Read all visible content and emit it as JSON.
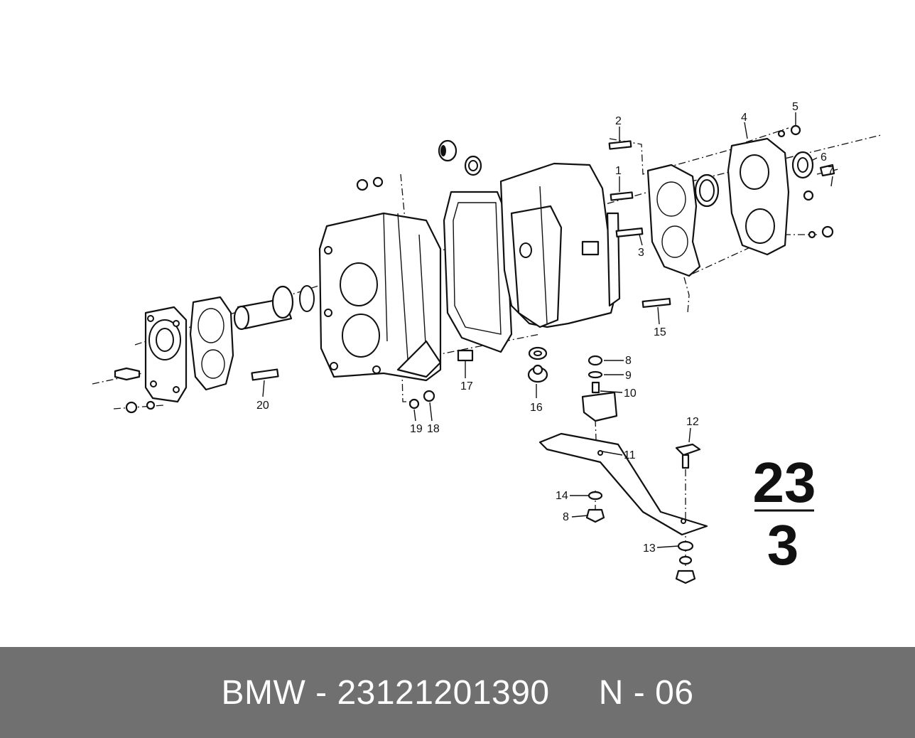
{
  "callouts": [
    "1",
    "2",
    "3",
    "4",
    "5",
    "6",
    "7",
    "8",
    "9",
    "10",
    "11",
    "12",
    "13",
    "14",
    "8",
    "15",
    "16",
    "17",
    "18",
    "19",
    "20"
  ],
  "sheet": {
    "group": "23",
    "page": "3"
  },
  "footer": {
    "brand": "BMW",
    "sep1": " - ",
    "part_number": "23121201390",
    "gap": "     ",
    "code_prefix": "N",
    "sep2": " - ",
    "code_num": "06"
  }
}
